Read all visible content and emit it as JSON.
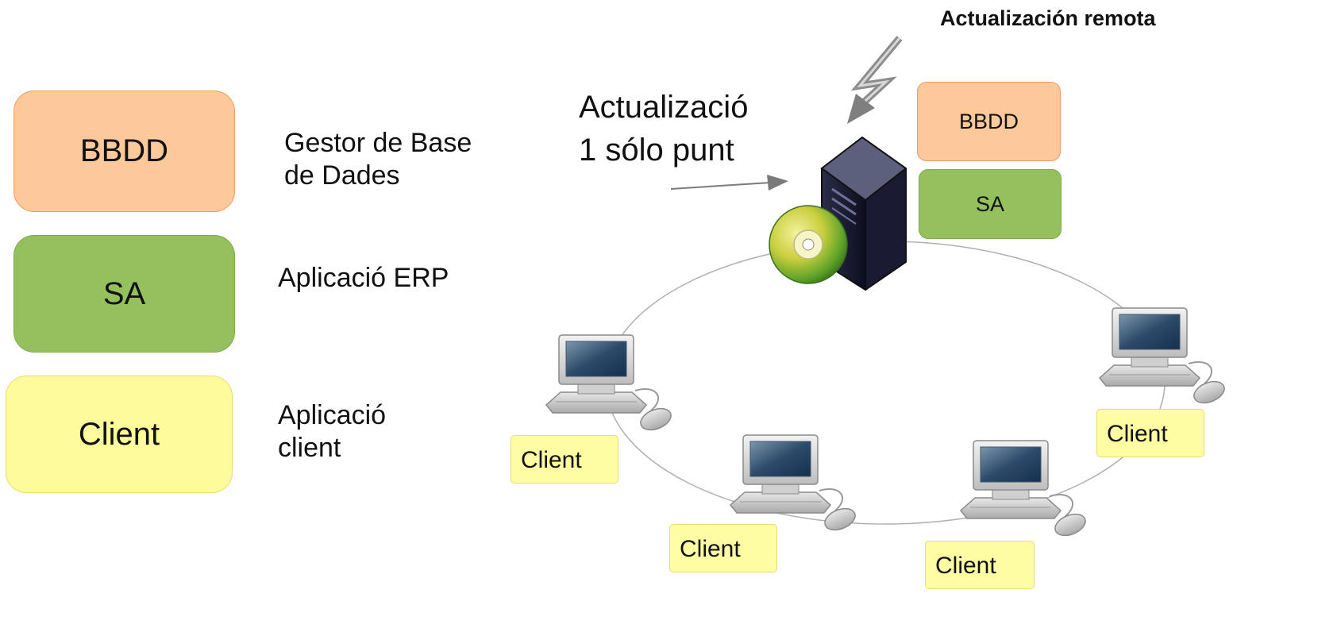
{
  "legend": {
    "bbdd_label": "BBDD",
    "sa_label": "SA",
    "client_label": "Client",
    "bbdd_desc": "Gestor de Base\nde Dades",
    "sa_desc": "Aplicació ERP",
    "client_desc": "Aplicació\nclient"
  },
  "server": {
    "update_text": "Actualizació\n1 sólo punt",
    "remote_title": "Actualización remota",
    "bbdd_label": "BBDD",
    "sa_label": "SA"
  },
  "clients": [
    "Client",
    "Client",
    "Client",
    "Client"
  ],
  "colors": {
    "bbdd_fill": "#fdc89a",
    "sa_fill": "#94c05e",
    "client_fill": "#fdfb9b",
    "client_label_fill": "#fffda3"
  },
  "icons": {
    "server": "server-tower-icon",
    "disc": "cd-disc-icon",
    "workstation": "desktop-computer-icon",
    "lightning": "lightning-bolt-icon"
  }
}
